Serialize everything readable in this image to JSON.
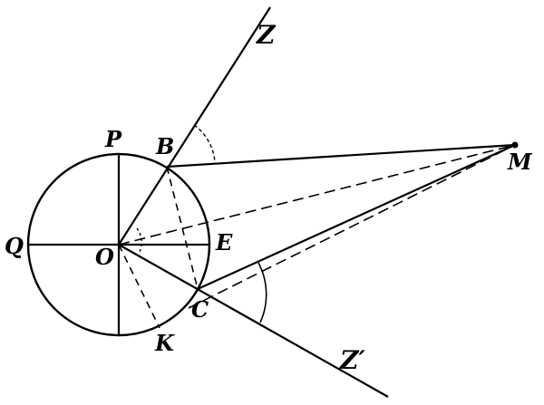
{
  "labels": {
    "Z": "Z",
    "Zprime": "Z′",
    "P": "P",
    "B": "B",
    "M": "M",
    "Q": "Q",
    "O": "O",
    "E": "E",
    "C": "C",
    "K": "K"
  },
  "colors": {
    "ink": "#000000",
    "background": "#ffffff"
  }
}
